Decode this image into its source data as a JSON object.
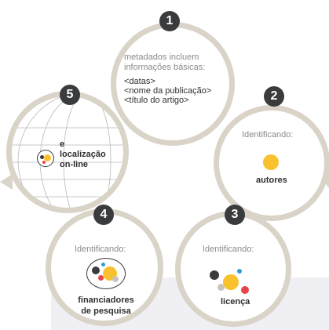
{
  "colors": {
    "ring": "#d9d3c8",
    "badge": "#3a3b3d",
    "yellow": "#f9c12e",
    "red": "#e84549",
    "blue": "#2f9bd3",
    "dark": "#3b3b3b",
    "gray": "#c9c3bb",
    "panel": "#f0f0f4"
  },
  "step1": {
    "number": "1",
    "heading_line1": "metadados incluem",
    "heading_line2": "informações básicas:",
    "item1": "<datas>",
    "item2": "<nome da publicação>",
    "item3": "<título do artigo>"
  },
  "step2": {
    "number": "2",
    "heading": "Identificando:",
    "label": "autores"
  },
  "step3": {
    "number": "3",
    "heading": "Identificando:",
    "label": "licença"
  },
  "step4": {
    "number": "4",
    "heading": "Identificando:",
    "label_line1": "financiadores",
    "label_line2": "de pesquisa"
  },
  "step5": {
    "number": "5",
    "label_line1": "e",
    "label_line2": "localização",
    "label_line3": "on-line"
  }
}
